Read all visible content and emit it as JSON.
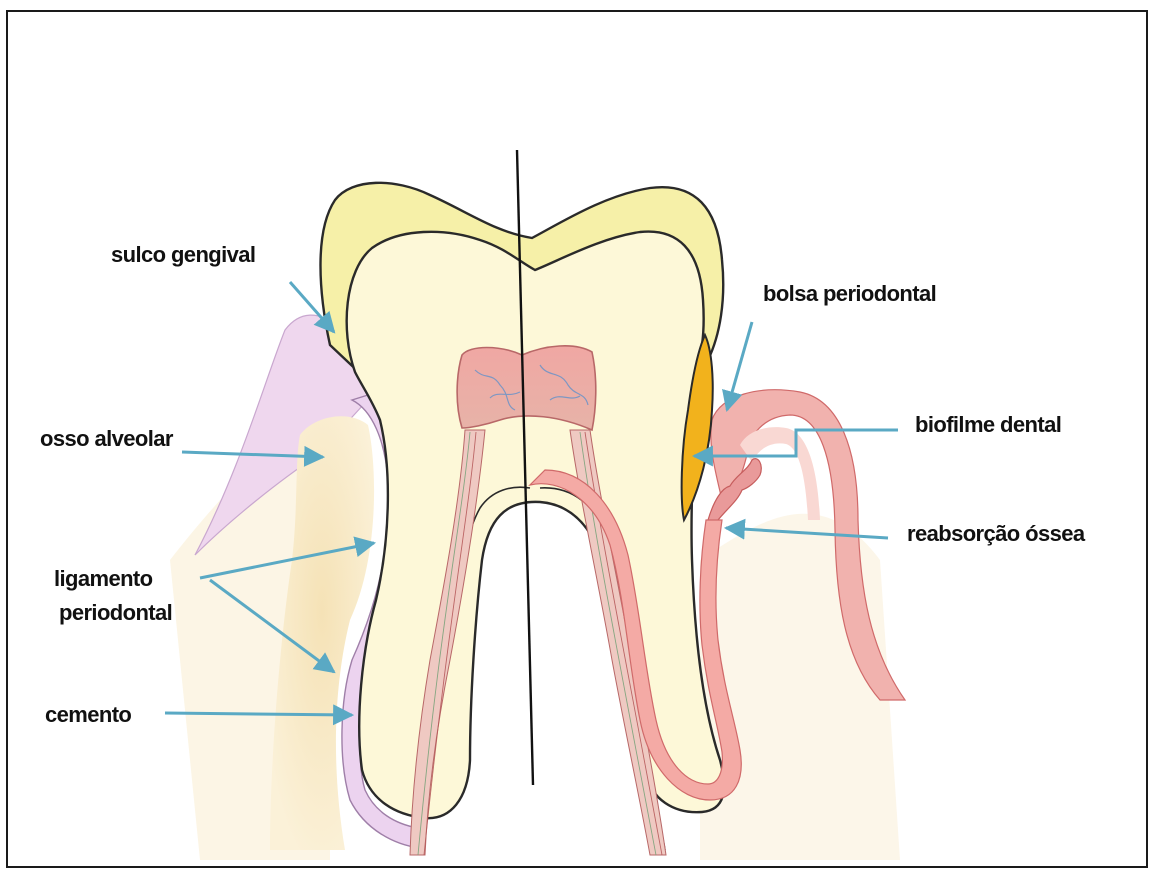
{
  "labels": {
    "sulco_gengival": "sulco gengival",
    "osso_alveolar": "osso alveolar",
    "ligamento_line1": "ligamento",
    "ligamento_line2": "periodontal",
    "cemento": "cemento",
    "bolsa_periodontal": "bolsa periodontal",
    "biofilme_dental": "biofilme dental",
    "reabsorcao_ossea": "reabsorção óssea"
  },
  "colors": {
    "arrow": "#5aa9c4",
    "outline": "#2a2a2a",
    "enamel": "#f6f0a8",
    "dentin": "#fdf8d8",
    "bone": "#f7e6c0",
    "gum_healthy": "#efd7ee",
    "ligament": "#d9b4e0",
    "pulp": "#e9a3a0",
    "gum_diseased": "#e88e8e",
    "biofilm": "#f2b21c"
  }
}
